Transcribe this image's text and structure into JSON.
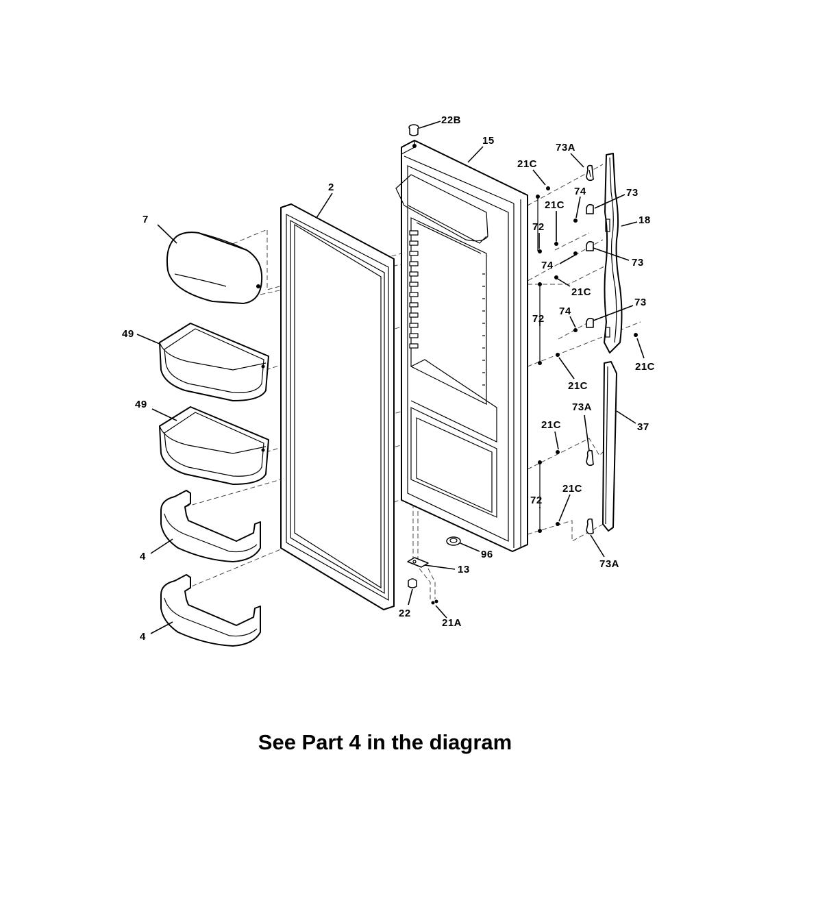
{
  "callouts": {
    "c_22B": "22B",
    "c_15": "15",
    "c_73A_top": "73A",
    "c_21C_1": "21C",
    "c_2": "2",
    "c_74_1": "74",
    "c_73_1": "73",
    "c_21C_2": "21C",
    "c_7": "7",
    "c_18": "18",
    "c_72_1": "72",
    "c_74_2": "74",
    "c_73_2": "73",
    "c_21C_3": "21C",
    "c_73_3": "73",
    "c_74_3": "74",
    "c_72_2": "72",
    "c_49_1": "49",
    "c_21C_4": "21C",
    "c_21C_5": "21C",
    "c_49_2": "49",
    "c_73A_mid": "73A",
    "c_21C_6": "21C",
    "c_37": "37",
    "c_21C_7": "21C",
    "c_72_3": "72",
    "c_96": "96",
    "c_4_1": "4",
    "c_13": "13",
    "c_73A_bot": "73A",
    "c_22": "22",
    "c_21A": "21A",
    "c_4_2": "4"
  },
  "caption": "See Part 4 in the diagram"
}
